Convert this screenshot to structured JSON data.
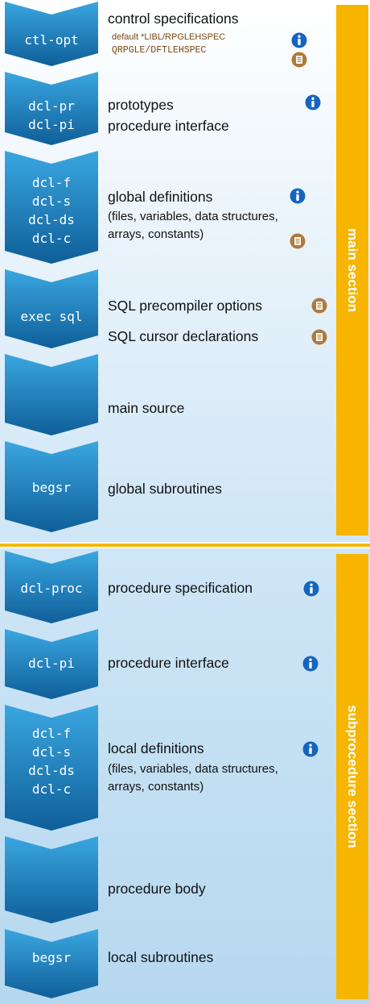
{
  "main_section": {
    "label": "main section",
    "blocks": [
      {
        "code": "ctl-opt",
        "lines": [
          "control specifications"
        ]
      },
      {
        "code": "dcl-pr\ndcl-pi",
        "lines": [
          "prototypes",
          "procedure interface"
        ]
      },
      {
        "code": "dcl-f\ndcl-s\ndcl-ds\ndcl-c",
        "lines": [
          "global definitions",
          "(files, variables, data structures,",
          "arrays, constants)"
        ]
      },
      {
        "code": "exec sql",
        "lines": [
          "SQL precompiler options",
          "SQL cursor declarations"
        ]
      },
      {
        "code": "",
        "lines": [
          "main source"
        ]
      },
      {
        "code": "begsr",
        "lines": [
          "global subroutines"
        ]
      }
    ],
    "ctl_note_line1": "default *LIBL/RPGLEHSPEC",
    "ctl_note_line2": "QRPGLE/DFTLEHSPEC"
  },
  "subprocedure_section": {
    "label": "subprocedure section",
    "blocks": [
      {
        "code": "dcl-proc",
        "lines": [
          "procedure specification"
        ]
      },
      {
        "code": "dcl-pi",
        "lines": [
          "procedure interface"
        ]
      },
      {
        "code": "dcl-f\ndcl-s\ndcl-ds\ndcl-c",
        "lines": [
          "local definitions",
          "(files, variables, data structures,",
          "arrays, constants)"
        ]
      },
      {
        "code": "",
        "lines": [
          "procedure body"
        ]
      },
      {
        "code": "begsr",
        "lines": [
          "local subroutines"
        ]
      }
    ]
  },
  "icons": {
    "info": "info-icon",
    "doc": "document-icon",
    "info_color": "#1565c0",
    "doc_color": "#b07a3c"
  },
  "colors": {
    "chevron_top": "#3aa6e0",
    "chevron_bottom": "#0f5f99",
    "band": "#f7b500"
  }
}
